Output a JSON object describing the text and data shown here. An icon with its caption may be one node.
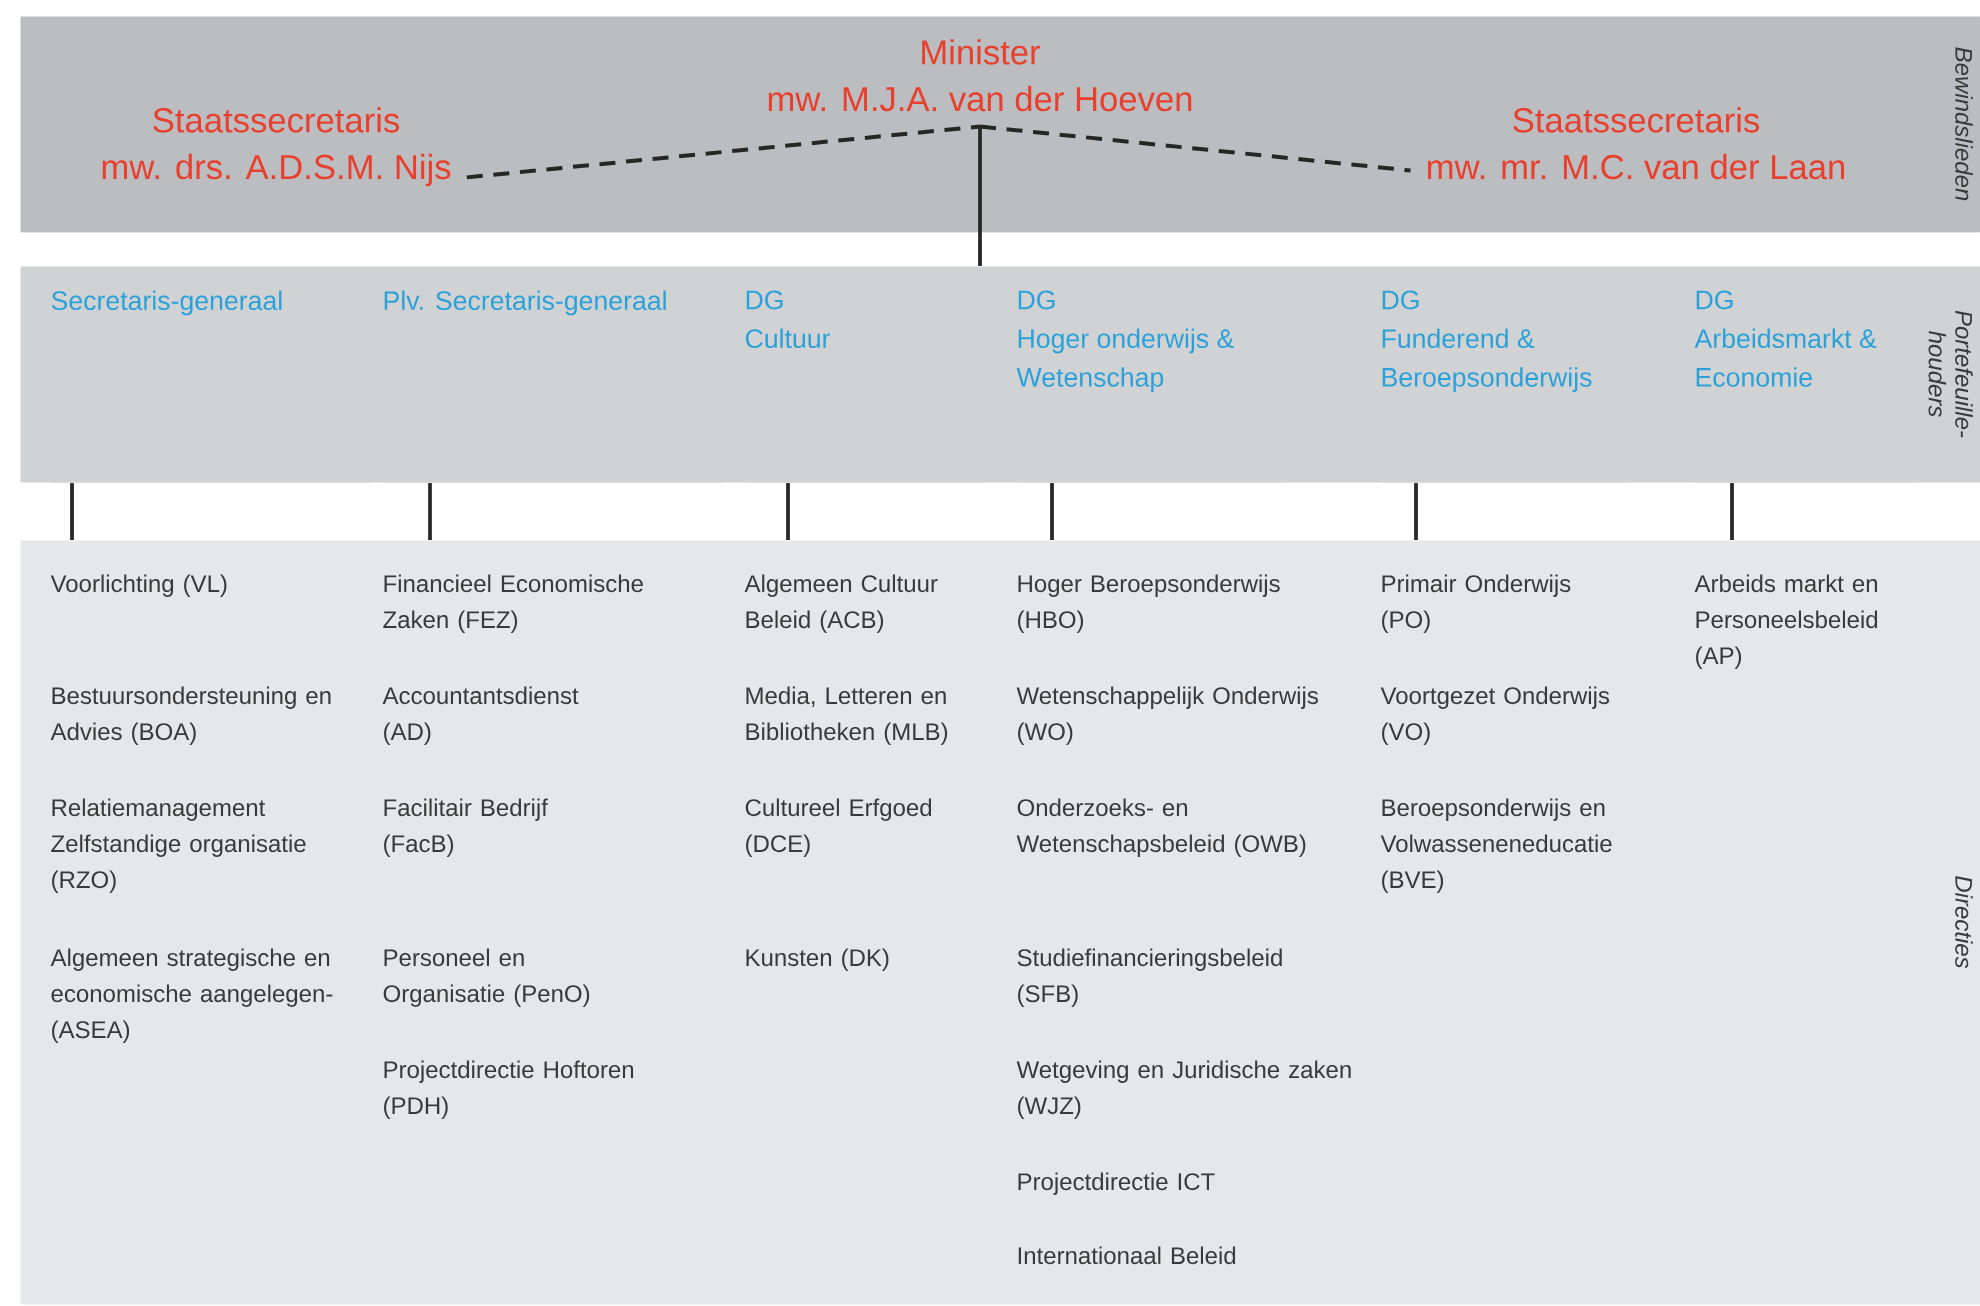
{
  "diagram": {
    "nodes": [
      {
        "text": [
          "Bewindslieden"
        ]
      },
      {
        "text": [
          "Minister",
          "mw. M.J.A. van der Hoeven"
        ],
        "in": 0
      },
      {
        "text": [
          "Staatssecretaris",
          "mw. drs. A.D.S.M. Nijs"
        ],
        "in": 0
      },
      {
        "text": [
          "Staatssecretaris",
          "mw. mr. M.C. van der Laan"
        ],
        "in": 0
      },
      {
        "text": [
          "Portefeuille-houders"
        ]
      },
      {
        "text": [
          "Secretaris-generaal"
        ],
        "in": 4
      },
      {
        "text": [
          "Plv. Secretaris-generaal"
        ],
        "in": 4
      },
      {
        "text": [
          "DG",
          "Cultuur"
        ],
        "in": 4
      },
      {
        "text": [
          "DG",
          "Hoger onderwijs & Wetenschap"
        ],
        "in": 4
      },
      {
        "text": [
          "DG",
          "Funderend & Beroepsonderwijs"
        ],
        "in": 4
      },
      {
        "text": [
          "DG",
          "Arbeidsmarkt & Economie"
        ],
        "in": 4
      },
      {
        "text": [
          "Directies"
        ]
      }
    ],
    "edges": [
      {
        "from": 2,
        "to": 1,
        "arrow": "none",
        "style": "dashed"
      },
      {
        "from": 1,
        "to": 3,
        "arrow": "none",
        "style": "dashed"
      },
      {
        "from": 1,
        "to": 4,
        "arrow": "none"
      },
      {
        "from": 5,
        "to": 11,
        "arrow": "none"
      },
      {
        "from": 6,
        "to": 11,
        "arrow": "none"
      },
      {
        "from": 7,
        "to": 11,
        "arrow": "none"
      },
      {
        "from": 8,
        "to": 11,
        "arrow": "none"
      },
      {
        "from": 9,
        "to": 11,
        "arrow": "none"
      },
      {
        "from": 10,
        "to": 11,
        "arrow": "none"
      }
    ],
    "labels": [
      "Voorlichting (VL)",
      "Bestuursondersteuning en Advies (BOA)",
      "Relatiemanagement Zelfstandige organisatie (RZO)",
      "Algemeen strategische en economische aangelegen- (ASEA)",
      "Financieel Economische Zaken (FEZ)",
      "Accountantsdienst (AD)",
      "Facilitair Bedrijf (FacB)",
      "Personeel en Organisatie (PenO)",
      "Projectdirectie Hoftoren (PDH)",
      "Algemeen Cultuur Beleid (ACB)",
      "Media, Letteren en Bibliotheken (MLB)",
      "Cultureel Erfgoed (DCE)",
      "Kunsten (DK)",
      "Hoger Beroepsonderwijs (HBO)",
      "Wetenschappelijk Onderwijs (WO)",
      "Onderzoeks- en Wetenschapsbeleid (OWB)",
      "Studiefinancieringsbeleid (SFB)",
      "Wetgeving en Juridische zaken (WJZ)",
      "Projectdirectie ICT",
      "Internationaal Beleid",
      "Primair Onderwijs (PO)",
      "Voortgezet Onderwijs (VO)",
      "Beroepsonderwijs en Volwasseneneducatie (BVE)",
      "Arbeids markt en Personeelsbeleid (AP)"
    ]
  }
}
